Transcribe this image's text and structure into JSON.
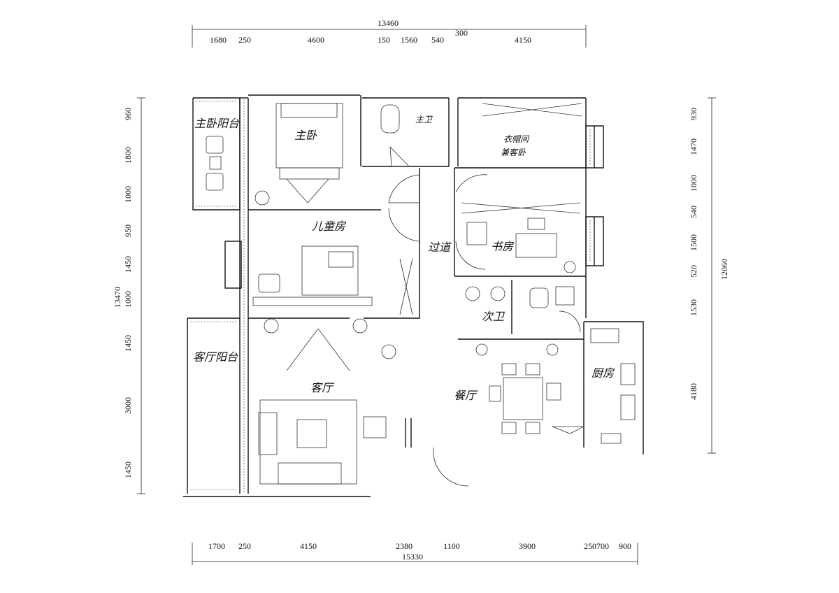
{
  "dimensions": {
    "top_total": "13460",
    "top_segments": [
      "1680",
      "250",
      "4600",
      "150",
      "1560",
      "540",
      "300",
      "4150"
    ],
    "bottom_total": "15330",
    "bottom_segments": [
      "1700",
      "250",
      "4150",
      "2380",
      "1100",
      "3900",
      "250700",
      "900"
    ],
    "left_total": "13470",
    "left_segments": [
      "960",
      "1800",
      "1000",
      "950",
      "1450",
      "1000",
      "1450",
      "3000",
      "1450"
    ],
    "right_total": "12060",
    "right_segments": [
      "930",
      "1470",
      "1000",
      "540",
      "1500",
      "520",
      "1530",
      "4180"
    ]
  },
  "rooms": {
    "master_balcony": "主卧阳台",
    "master_bedroom": "主卧",
    "master_bath": "主卫",
    "closet_guest": "衣帽间",
    "closet_guest_line2": "兼客卧",
    "kids_room": "儿童房",
    "corridor": "过道",
    "study": "书房",
    "second_bath": "次卫",
    "living_balcony": "客厅阳台",
    "living_room": "客厅",
    "dining_room": "餐厅",
    "kitchen": "厨房"
  }
}
